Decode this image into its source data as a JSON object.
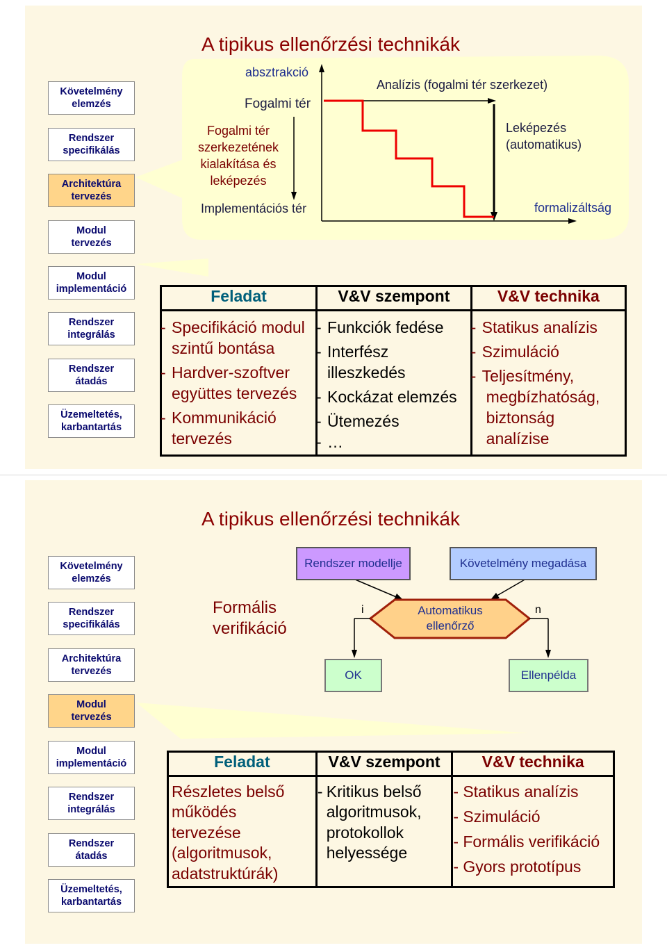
{
  "phases": [
    [
      "Követelmény",
      "elemzés"
    ],
    [
      "Rendszer",
      "specifikálás"
    ],
    [
      "Architektúra",
      "tervezés"
    ],
    [
      "Modul",
      "tervezés"
    ],
    [
      "Modul",
      "implementáció"
    ],
    [
      "Rendszer",
      "integrálás"
    ],
    [
      "Rendszer",
      "átadás"
    ],
    [
      "Üzemeltetés,",
      "karbantartás"
    ]
  ],
  "slide1": {
    "title": "A tipikus ellenőrzési technikák",
    "active_phase": "Architektúra tervezés",
    "diagram": {
      "y_axis_label": "absztrakció",
      "top_label": "Fogalmi tér",
      "bottom_label": "Implementációs tér",
      "left_text": [
        "Fogalmi tér",
        "szerkezetének",
        "kialakítása és",
        "leképezés"
      ],
      "analysis_label": "Analízis (fogalmi tér szerkezet)",
      "mapping_label": [
        "Leképezés",
        "(automatikus)"
      ],
      "x_axis_label": "formalizáltság"
    },
    "table": {
      "headers": [
        "Feladat",
        "V&V szempont",
        "V&V technika"
      ],
      "col1": [
        {
          "dash": "-",
          "lines": [
            "Specifikáció modul",
            "szintű bontása"
          ]
        },
        {
          "dash": "-",
          "lines": [
            "Hardver-szoftver",
            "együttes tervezés"
          ]
        },
        {
          "dash": "-",
          "lines": [
            "Kommunikáció",
            "tervezés"
          ]
        }
      ],
      "col2": [
        {
          "dash": "-",
          "lines": [
            "Funkciók fedése"
          ]
        },
        {
          "dash": "-",
          "lines": [
            "Interfész",
            "illeszkedés"
          ]
        },
        {
          "dash": "-",
          "lines": [
            "Kockázat elemzés"
          ]
        },
        {
          "dash": "-",
          "lines": [
            "Ütemezés"
          ]
        },
        {
          "dash": "-",
          "lines": [
            "…"
          ]
        }
      ],
      "col3": [
        {
          "dash": "-",
          "lines": [
            "Statikus analízis"
          ]
        },
        {
          "dash": "-",
          "lines": [
            "Szimuláció"
          ]
        },
        {
          "dash": "-",
          "lines": [
            "Teljesítmény,",
            "megbízhatóság,",
            "biztonság",
            "analízise"
          ]
        }
      ]
    }
  },
  "slide2": {
    "title": "A tipikus ellenőrzési technikák",
    "active_phase": "Modul tervezés",
    "formal_label": [
      "Formális",
      "verifikáció"
    ],
    "boxes": {
      "model": "Rendszer modellje",
      "requirement": "Követelmény megadása",
      "checker": [
        "Automatikus",
        "ellenőrző"
      ],
      "ok": "OK",
      "counter": "Ellenpélda",
      "yes": "i",
      "no": "n"
    },
    "colors": {
      "model_fill": "#cc99ff",
      "requirement_fill": "#b3ccff",
      "checker_fill": "#ffd18a",
      "result_fill": "#ccffcc"
    },
    "table": {
      "headers": [
        "Feladat",
        "V&V szempont",
        "V&V technika"
      ],
      "col1": [
        "Részletes belső",
        "működés",
        "tervezése",
        "(algoritmusok,",
        "adatstruktúrák)"
      ],
      "col2": [
        {
          "dash": "-",
          "lines": [
            "Kritikus belső",
            "algoritmusok,",
            "protokollok",
            "helyessége"
          ]
        }
      ],
      "col3": [
        {
          "dash": "-",
          "lines": [
            "Statikus analízis"
          ]
        },
        {
          "dash": "-",
          "lines": [
            "Szimuláció"
          ]
        },
        {
          "dash": "-",
          "lines": [
            "Formális verifikáció"
          ]
        },
        {
          "dash": "-",
          "lines": [
            "Gyors prototípus"
          ]
        }
      ]
    }
  }
}
